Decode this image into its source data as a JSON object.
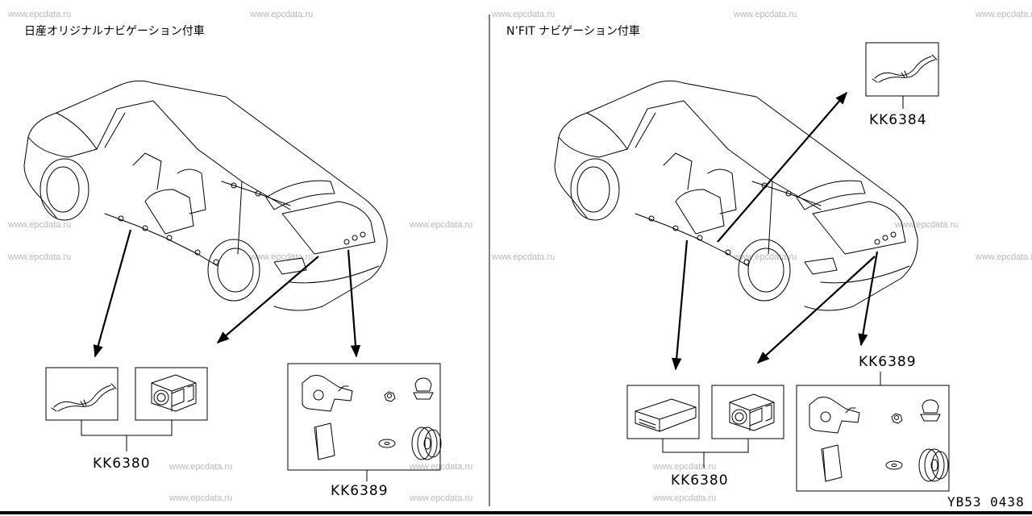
{
  "watermark": "www.epcdata.ru",
  "left_panel": {
    "title": "日産オリジナルナビゲーション付車",
    "kit_a": "KK6380",
    "kit_b": "KK6389"
  },
  "right_panel": {
    "title": "N’FIT ナビゲーション付車",
    "kit_a": "KK6384",
    "kit_b": "KK6389",
    "kit_c": "KK6380"
  },
  "page_code": "YB53 0438"
}
